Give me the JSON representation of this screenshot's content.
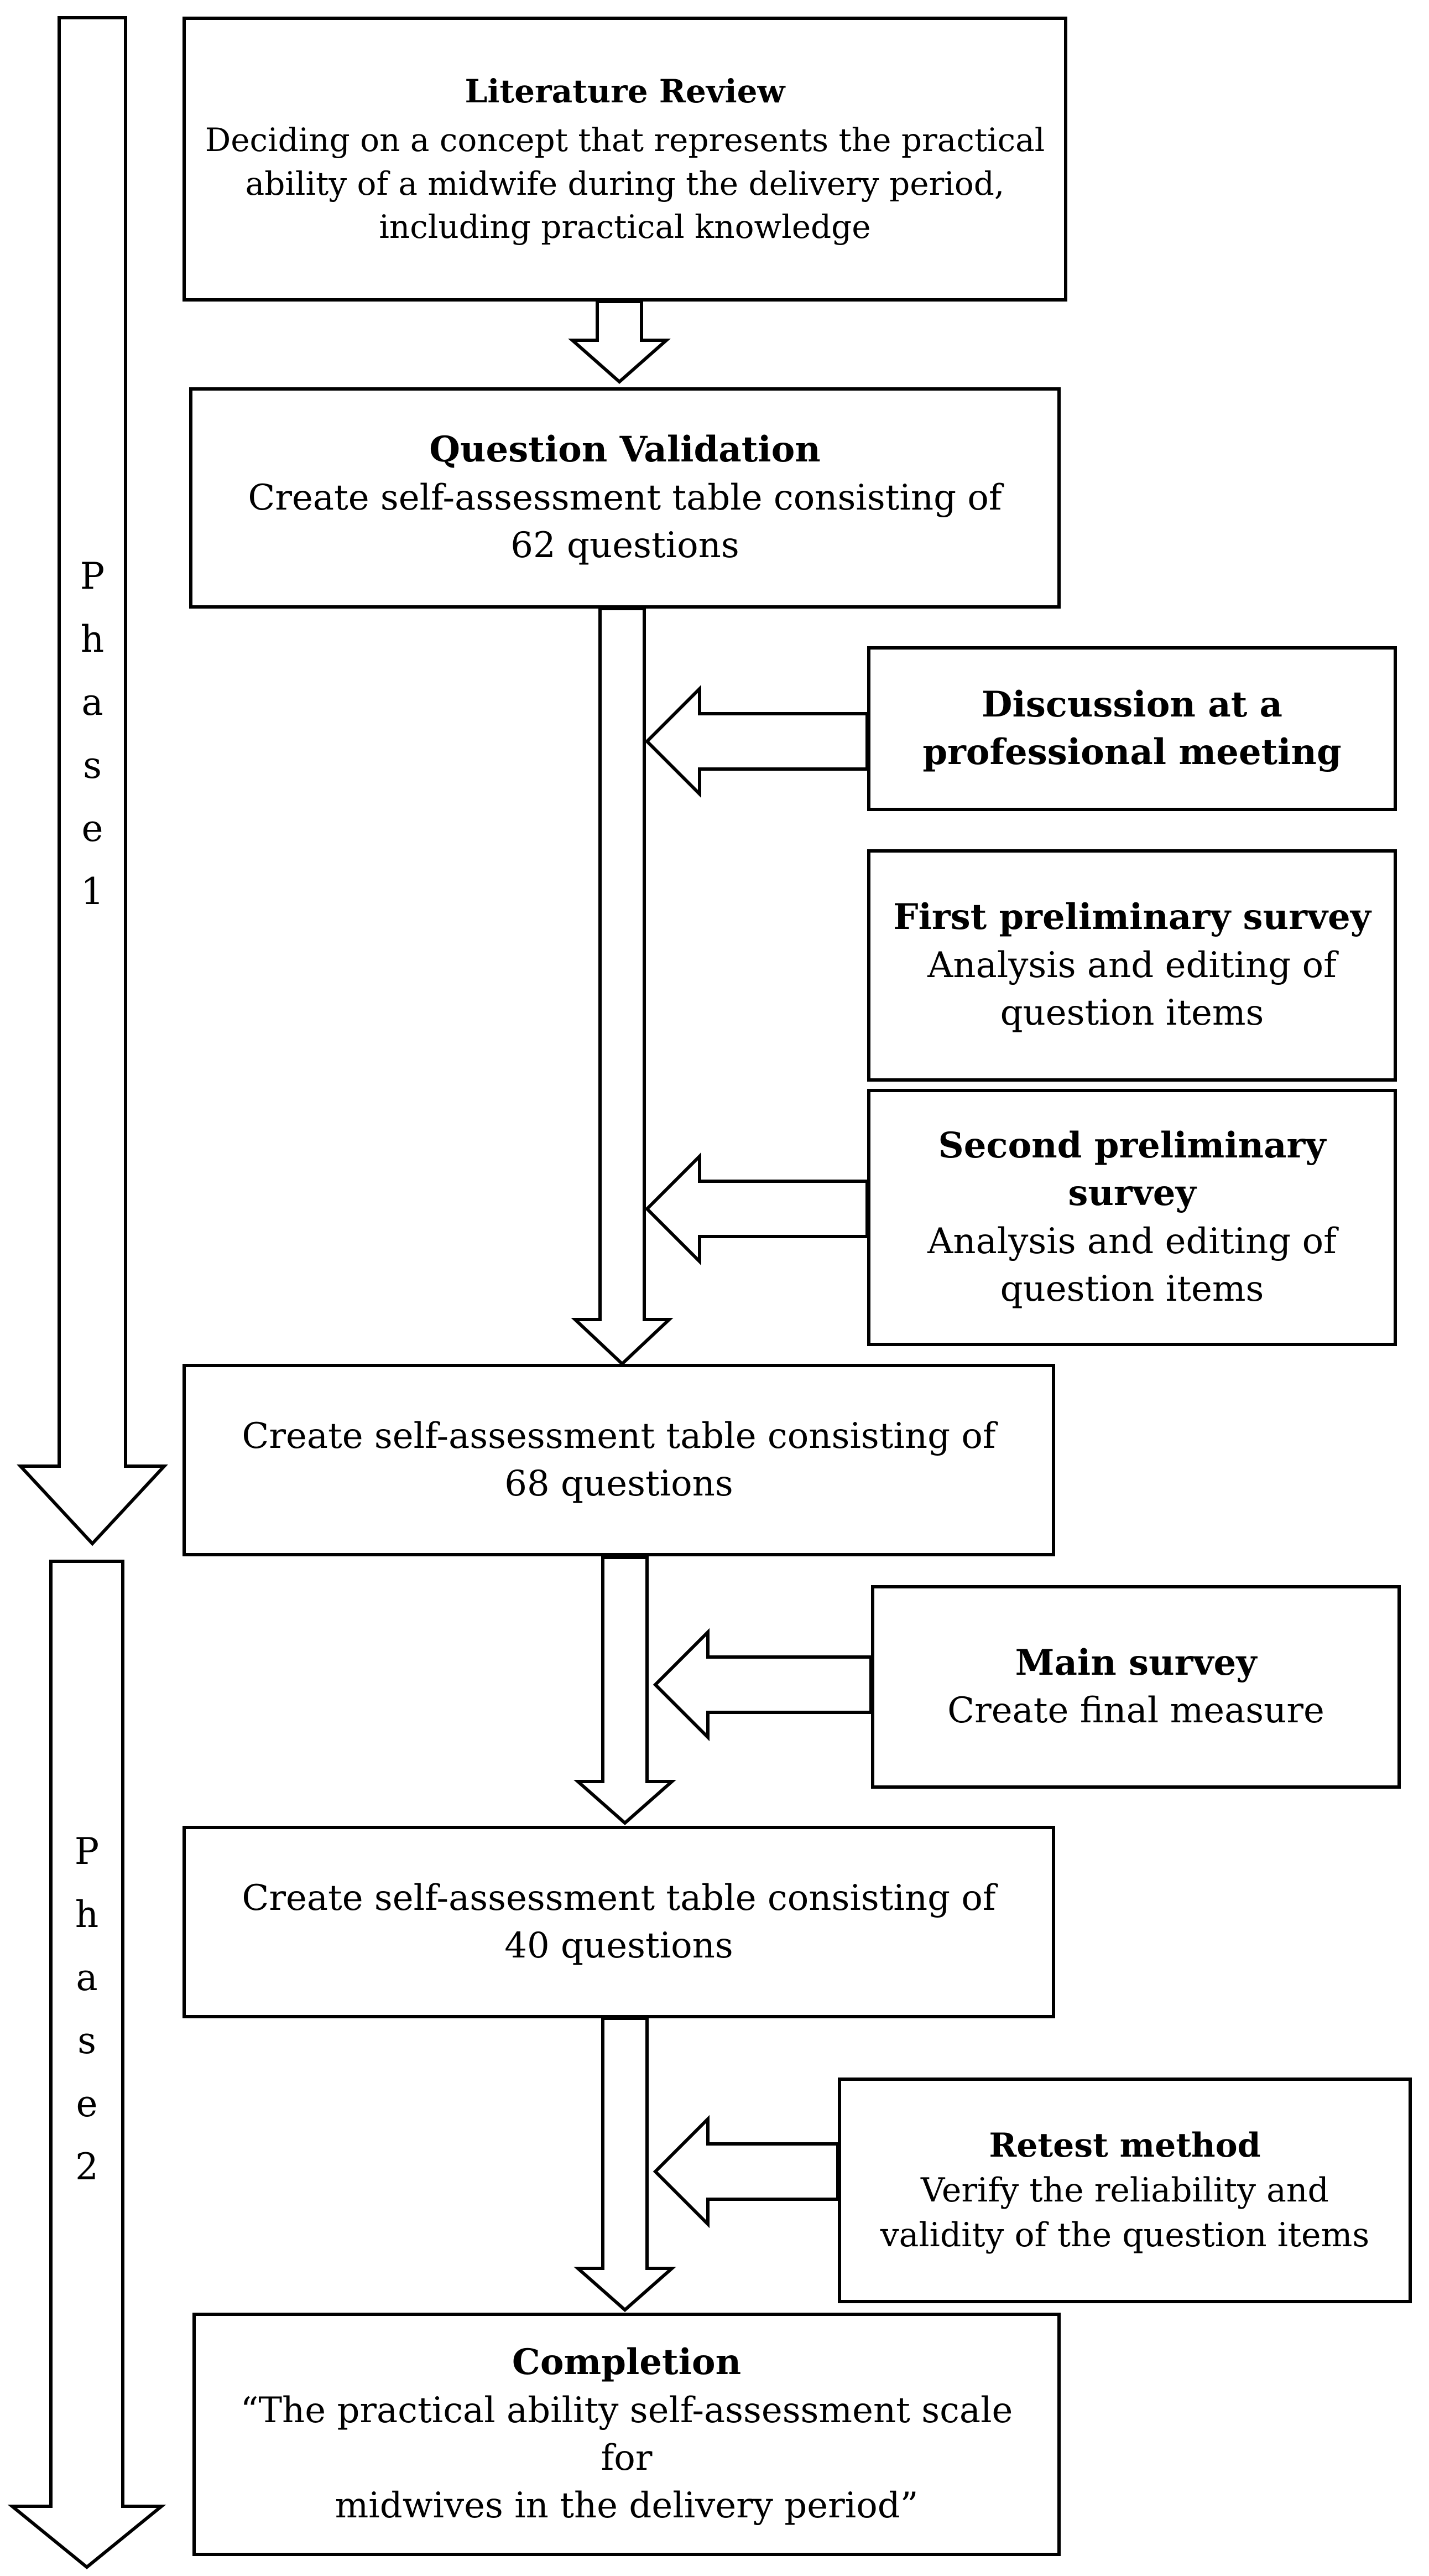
{
  "boxes": {
    "literature_review": {
      "title": "Literature Review",
      "text": "Deciding on a concept that represents the practical\nability of a midwife during the delivery period,\nincluding practical knowledge"
    },
    "question_validation": {
      "title": "Question Validation",
      "text": "Create self-assessment table consisting of\n62 questions"
    },
    "discussion": {
      "title": "Discussion at a\nprofessional meeting"
    },
    "first_preliminary": {
      "title": "First preliminary survey",
      "text": "Analysis and editing of\nquestion items"
    },
    "second_preliminary": {
      "title": "Second preliminary\nsurvey",
      "text": "Analysis and editing of\nquestion items"
    },
    "table_68": {
      "text": "Create self-assessment table consisting of\n68 questions"
    },
    "main_survey": {
      "title": "Main survey",
      "text": "Create final measure"
    },
    "table_40": {
      "text": "Create self-assessment table consisting of\n40 questions"
    },
    "retest": {
      "title": "Retest method",
      "text": "Verify the reliability and\nvalidity of the question items"
    },
    "completion": {
      "title": "Completion",
      "text": "“The practical ability self-assessment scale for\nmidwives in the delivery period”"
    }
  },
  "phases": [
    {
      "letters": [
        "P",
        "h",
        "a",
        "s",
        "e",
        "1"
      ]
    },
    {
      "letters": [
        "P",
        "h",
        "a",
        "s",
        "e",
        "2"
      ]
    }
  ]
}
